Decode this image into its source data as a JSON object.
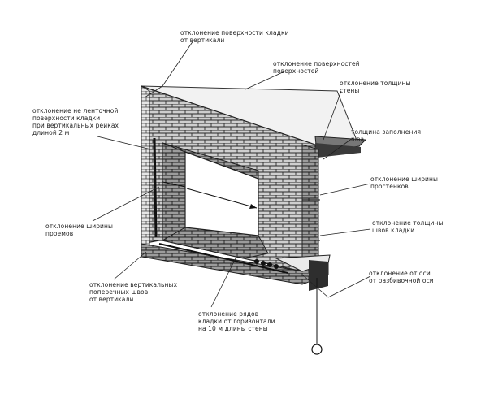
{
  "diagram": {
    "labels": {
      "top": "отклонение поверхности кладки\nот вертикали",
      "upper_center": "отклонение поверхностей\nповерхностей",
      "right_1": "отклонение толщины\nстены",
      "right_2": "толщина заполнения\nшва",
      "left_1": "отклонение не ленточной\nповерхности кладки\nпри вертикальных рейках\nдлиной 2 м",
      "right_3": "отклонение ширины\nпростенков",
      "left_2": "отклонение ширины\nпроемов",
      "right_4": "отклонение толщины\nшвов кладки",
      "bottom_left": "отклонение вертикальных\nпоперечных швов\nот вертикали",
      "bottom_center": "отклонение рядов\nкладки от горизонтали\nна 10 м длины стены",
      "bottom_right": "отклонение от оси\nот разбивочной оси"
    }
  }
}
